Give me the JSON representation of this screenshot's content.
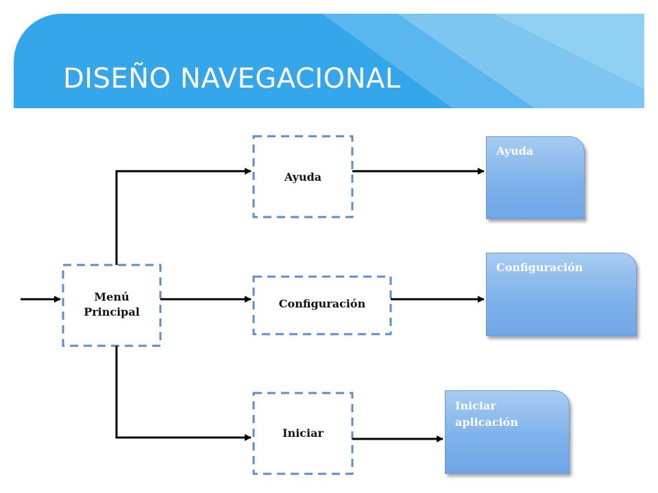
{
  "header": {
    "title": "DISEÑO NAVEGACIONAL"
  },
  "colors": {
    "header_blue": "#36a6ea",
    "screen_blue": "#7fb2ea",
    "dash_blue": "#5a8dc8"
  },
  "diagram": {
    "nodes": {
      "menu": "Menú\nPrincipal",
      "ayuda": "Ayuda",
      "configuracion": "Configuración",
      "iniciar": "Iniciar"
    },
    "screens": {
      "ayuda": "Ayuda",
      "configuracion": "Configuración",
      "iniciar": "Iniciar\naplicación"
    }
  }
}
